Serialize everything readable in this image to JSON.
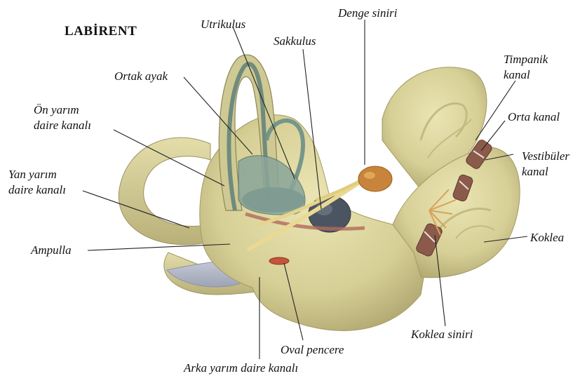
{
  "title": "LABİRENT",
  "labels": {
    "utrikulus": "Utrikulus",
    "denge_siniri": "Denge siniri",
    "sakkulus": "Sakkulus",
    "ortak_ayak": "Ortak ayak",
    "on_yarim_1": "Ön yarım",
    "on_yarim_2": "daire kanalı",
    "yan_yarim_1": "Yan yarım",
    "yan_yarim_2": "daire kanalı",
    "ampulla": "Ampulla",
    "timpanik_1": "Timpanik",
    "timpanik_2": "kanal",
    "orta_kanal": "Orta kanal",
    "vestibuler_1": "Vestibüler",
    "vestibuler_2": "kanal",
    "koklea": "Koklea",
    "koklea_siniri": "Koklea siniri",
    "oval_pencere": "Oval pencere",
    "arka_yarim": "Arka yarım daire kanalı"
  },
  "colors": {
    "bone": "#d9d29a",
    "bone_dark": "#a9a06a",
    "membrane": "#6d8f86",
    "sac": "#4a5560",
    "nerve": "#e8d58a",
    "vestibular_nerve": "#c9873a"
  }
}
